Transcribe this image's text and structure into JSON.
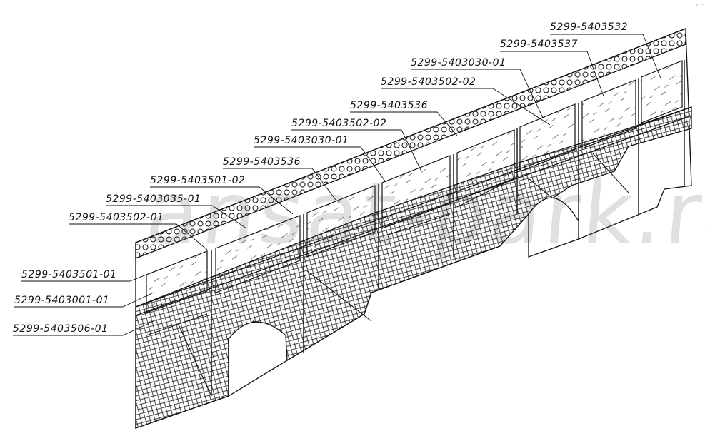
{
  "callouts": [
    "5299-5403532",
    "5299-5403537",
    "5299-5403030-01",
    "5299-5403502-02",
    "5299-5403536",
    "5299-5403502-02",
    "5299-5403030-01",
    "5299-5403536",
    "5299-5403501-02",
    "5299-5403035-01",
    "5299-5403502-01",
    "5299-5403501-01",
    "5299-5403001-01",
    "5299-5403506-01"
  ],
  "watermark": "ansat-park.ru",
  "corner_mark": "✓ ···",
  "colors": {
    "line": "#111111",
    "background": "#ffffff"
  }
}
